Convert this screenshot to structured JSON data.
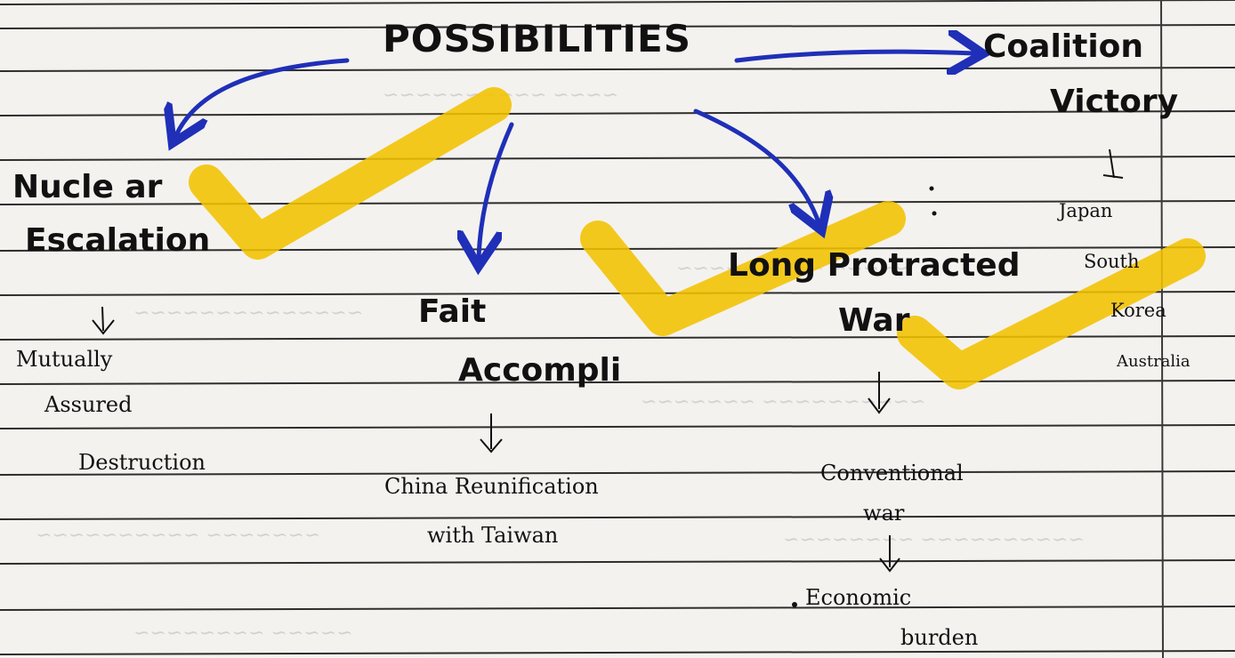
{
  "root": {
    "label": "POSSIBILITIES"
  },
  "branches": {
    "nuclear": {
      "label_1": "Nucle ar",
      "label_2": "Escalation",
      "outcome_1": "Mutually",
      "outcome_2": "Assured",
      "outcome_3": "Destruction"
    },
    "fait": {
      "label_1": "Fait",
      "label_2": "Accompli",
      "outcome_1": "China Reunification",
      "outcome_2": "with Taiwan"
    },
    "protracted": {
      "label_1": "Long Protracted",
      "label_2": "War",
      "outcome_1": "Conventional",
      "outcome_2": "war",
      "outcome_3": "Economic",
      "outcome_4": "burden"
    },
    "coalition": {
      "label_1": "Coalition",
      "label_2": "Victory",
      "members": [
        "Japan",
        "South",
        "Korea",
        "Australia"
      ]
    }
  },
  "colors": {
    "arrow": "#1f2fb8",
    "highlight": "#f2c200",
    "ink": "#111111",
    "rule": "#2e2e2e",
    "paper": "#f4f2ef"
  }
}
